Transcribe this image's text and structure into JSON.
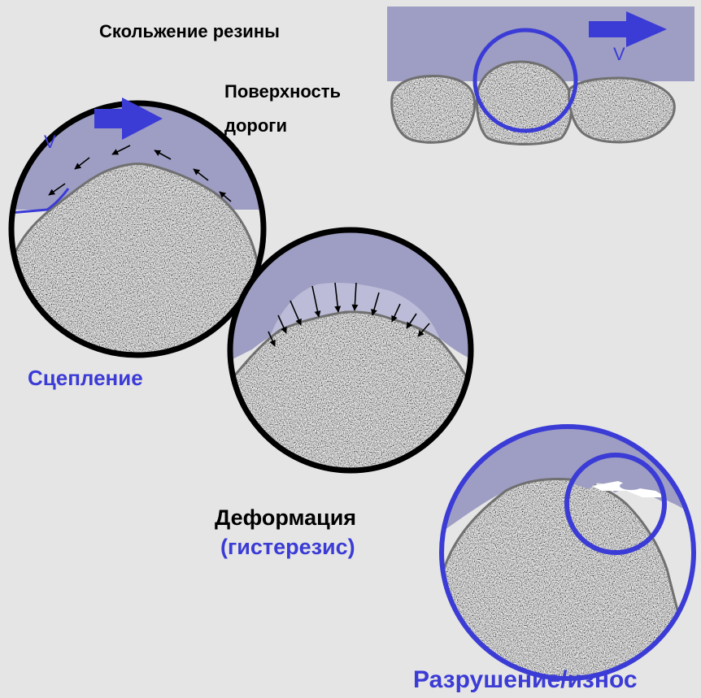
{
  "labels": {
    "title": "Скольжение резины",
    "road_line1": "Поверхность",
    "road_line2": "дороги",
    "velocity_top": "V",
    "velocity_left": "V",
    "adhesion": "Сцепление",
    "deformation": "Деформация",
    "hysteresis": "(гистерезис)",
    "wear": "Разрушение/износ"
  },
  "colors": {
    "background": "#e5e5e5",
    "rubber": "#9e9ec4",
    "rubber_light": "#bcbcd8",
    "accent_blue": "#3b3bd6",
    "stone_outline": "#707070",
    "lens_ring": "#000000",
    "text": "#000000"
  },
  "icons": {
    "velocity_arrow": "right-arrow-icon",
    "force_arrows": "small-arrow-icons"
  }
}
